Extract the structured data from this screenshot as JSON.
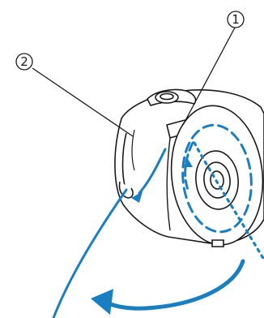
{
  "callouts": [
    {
      "number": "①",
      "target": "bobbin-case-slot"
    },
    {
      "number": "②",
      "target": "bobbin-case"
    }
  ],
  "colors": {
    "line_art": "#1a1a1a",
    "thread": "#1a7fc1",
    "background": "#ffffff"
  },
  "icons": [
    "curved-arrow-icon",
    "bobbin-case-illustration"
  ]
}
